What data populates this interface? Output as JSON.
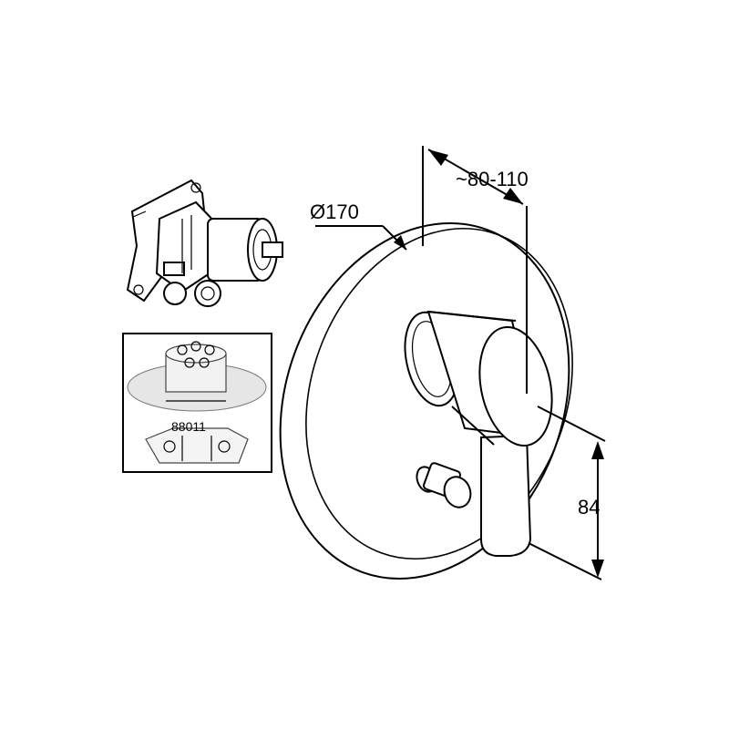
{
  "dimensions": {
    "diameter": "Ø170",
    "projection": "~80-110",
    "height": "84"
  },
  "inset": {
    "part_number": "88011"
  },
  "colors": {
    "line": "#000000",
    "background": "#ffffff"
  }
}
